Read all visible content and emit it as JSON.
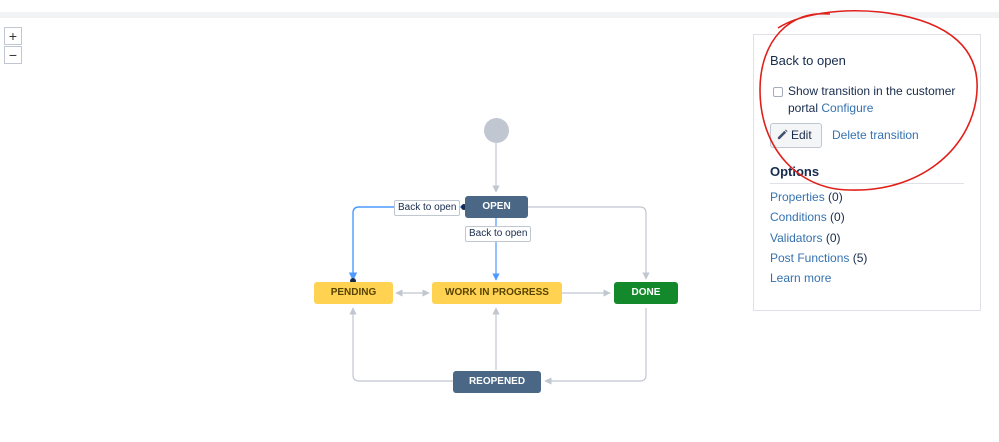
{
  "zoom": {
    "in_label": "+",
    "out_label": "−"
  },
  "workflow": {
    "statuses": {
      "open": "OPEN",
      "pending": "PENDING",
      "work_in_progress": "WORK IN PROGRESS",
      "done": "DONE",
      "reopened": "REOPENED"
    },
    "transition_labels": {
      "back_to_open_left": "Back to open",
      "back_to_open_center": "Back to open"
    },
    "colors": {
      "blue_status": "#4a6785",
      "yellow_status": "#ffd351",
      "green_status": "#14892c",
      "selected_transition": "#4c9aff",
      "connector": "#c1c7d0",
      "annotation_circle": "#e0201b"
    }
  },
  "panel": {
    "title": "Back to open",
    "show_transition_text": "Show transition in the customer portal",
    "configure_link": "Configure",
    "edit_button": "Edit",
    "delete_link": "Delete transition",
    "options_heading": "Options",
    "options": [
      {
        "label": "Properties",
        "count": "(0)"
      },
      {
        "label": "Conditions",
        "count": "(0)"
      },
      {
        "label": "Validators",
        "count": "(0)"
      },
      {
        "label": "Post Functions",
        "count": "(5)"
      }
    ],
    "learn_more": "Learn more"
  }
}
